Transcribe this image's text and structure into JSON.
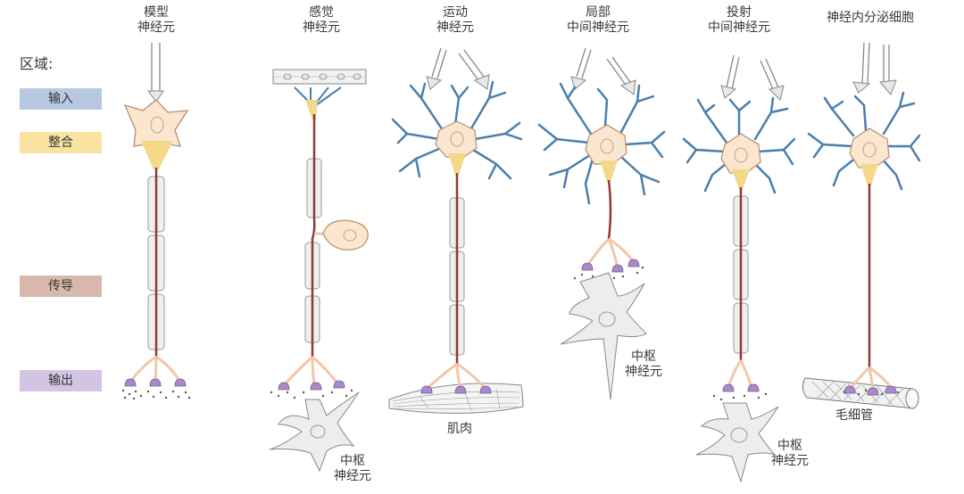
{
  "regions": {
    "title": "区域:",
    "items": [
      {
        "label": "输入",
        "color": "#b8c8e0"
      },
      {
        "label": "整合",
        "color": "#f8e4a0"
      },
      {
        "label": "传导",
        "color": "#d8b8ac"
      },
      {
        "label": "输出",
        "color": "#d4c4e4"
      }
    ]
  },
  "neurons": [
    {
      "title_line1": "模型",
      "title_line2": "神经元"
    },
    {
      "title_line1": "感觉",
      "title_line2": "神经元"
    },
    {
      "title_line1": "运动",
      "title_line2": "神经元"
    },
    {
      "title_line1": "局部",
      "title_line2": "中间神经元"
    },
    {
      "title_line1": "投射",
      "title_line2": "中间神经元"
    },
    {
      "title_line1": "神经内分泌细胞",
      "title_line2": ""
    }
  ],
  "targets": {
    "sensory_target_line1": "中枢",
    "sensory_target_line2": "神经元",
    "motor_target": "肌肉",
    "local_target_line1": "中枢",
    "local_target_line2": "神经元",
    "projection_target_line1": "中枢",
    "projection_target_line2": "神经元",
    "neuroendocrine_target": "毛细管"
  },
  "colors": {
    "dendrite_blue": "#4a7fad",
    "soma_fill": "#fbe6d0",
    "soma_stroke": "#b88e70",
    "axon_hillock": "#f4d88a",
    "axon": "#8e3a3a",
    "myelin": "#efefef",
    "terminal": "#f4c6a8",
    "bouton": "#a88ac6",
    "target_cell": "#ededed"
  }
}
